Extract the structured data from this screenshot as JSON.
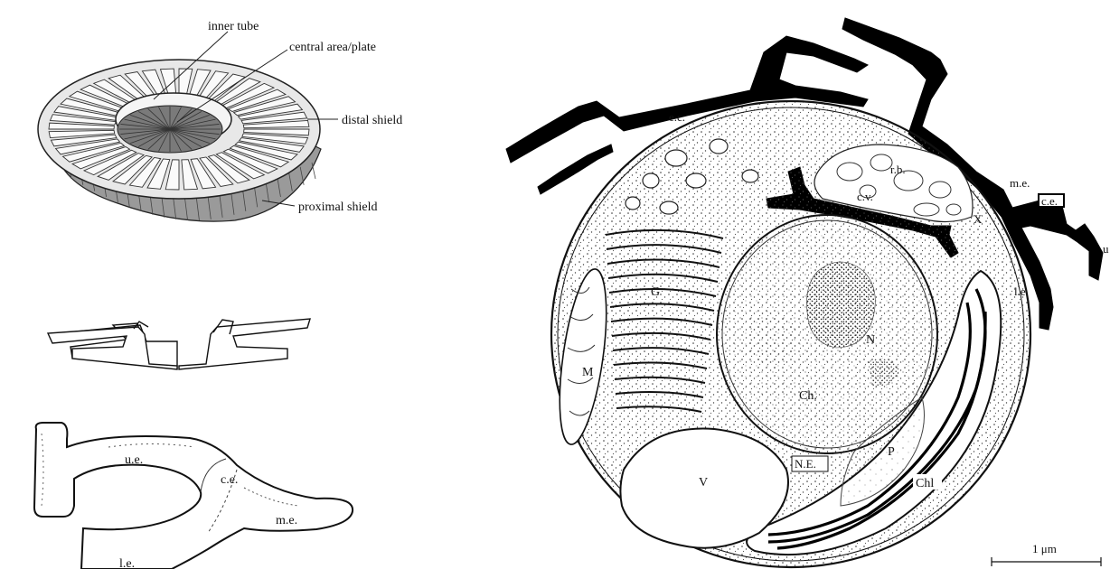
{
  "coccolith_3d": {
    "labels": {
      "inner_tube": "inner tube",
      "central_area": "central area/plate",
      "distal_shield": "distal shield",
      "proximal_shield": "proximal shield"
    }
  },
  "coccolith_detail": {
    "labels": {
      "upper_element": "u.e.",
      "central_element": "c.e.",
      "median_element": "m.e.",
      "lower_element": "l.e."
    }
  },
  "cell_section": {
    "labels": {
      "external_coccolith": "e.c.",
      "median_element": "m.e.",
      "central_element": "c.e.",
      "upper_element": "u",
      "lower_element": "l.e.",
      "reticular_body": "r.b.",
      "coccolith_vesicle": "c.v.",
      "x_body": "X",
      "golgi": "G",
      "mitochondrion": "M",
      "nucleus": "N",
      "chromatin": "Ch.",
      "nuclear_envelope": "N.E.",
      "vacuole": "V",
      "pyrenoid": "P",
      "chloroplast": "Chl"
    },
    "scale_bar": "1 μm"
  }
}
